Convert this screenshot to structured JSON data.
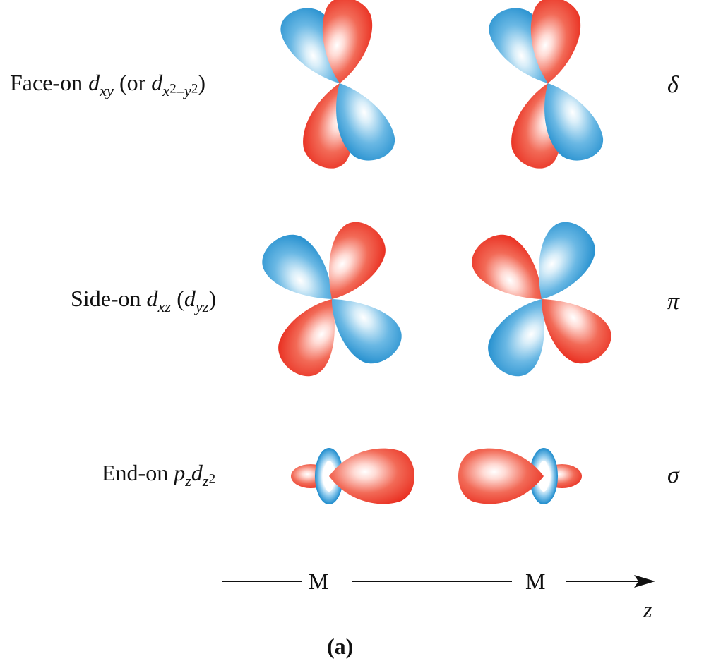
{
  "colors": {
    "red": "#ee3b2b",
    "blue": "#2c9ad6",
    "axis": "#111111"
  },
  "rows": [
    {
      "prefix": "Face-on",
      "main_d": "d",
      "main_sub": "xy",
      "mid": "(or",
      "alt_d": "d",
      "alt_sub_x": "x",
      "alt_sup": "2",
      "alt_minus": "–y",
      "alt_sup2": "2",
      "close": ")",
      "symbol": "δ"
    },
    {
      "prefix": "Side-on",
      "main_d": "d",
      "main_sub": "xz",
      "open": "(",
      "alt_d": "d",
      "alt_sub": "yz",
      "close": ")",
      "symbol": "π"
    },
    {
      "prefix": "End-on",
      "p": "p",
      "p_sub": "z",
      "d": "d",
      "d_sub": "z",
      "d_sup": "2",
      "symbol": "σ"
    }
  ],
  "axis": {
    "atom_left": "M",
    "atom_right": "M",
    "label": "z"
  },
  "caption": "(a)"
}
